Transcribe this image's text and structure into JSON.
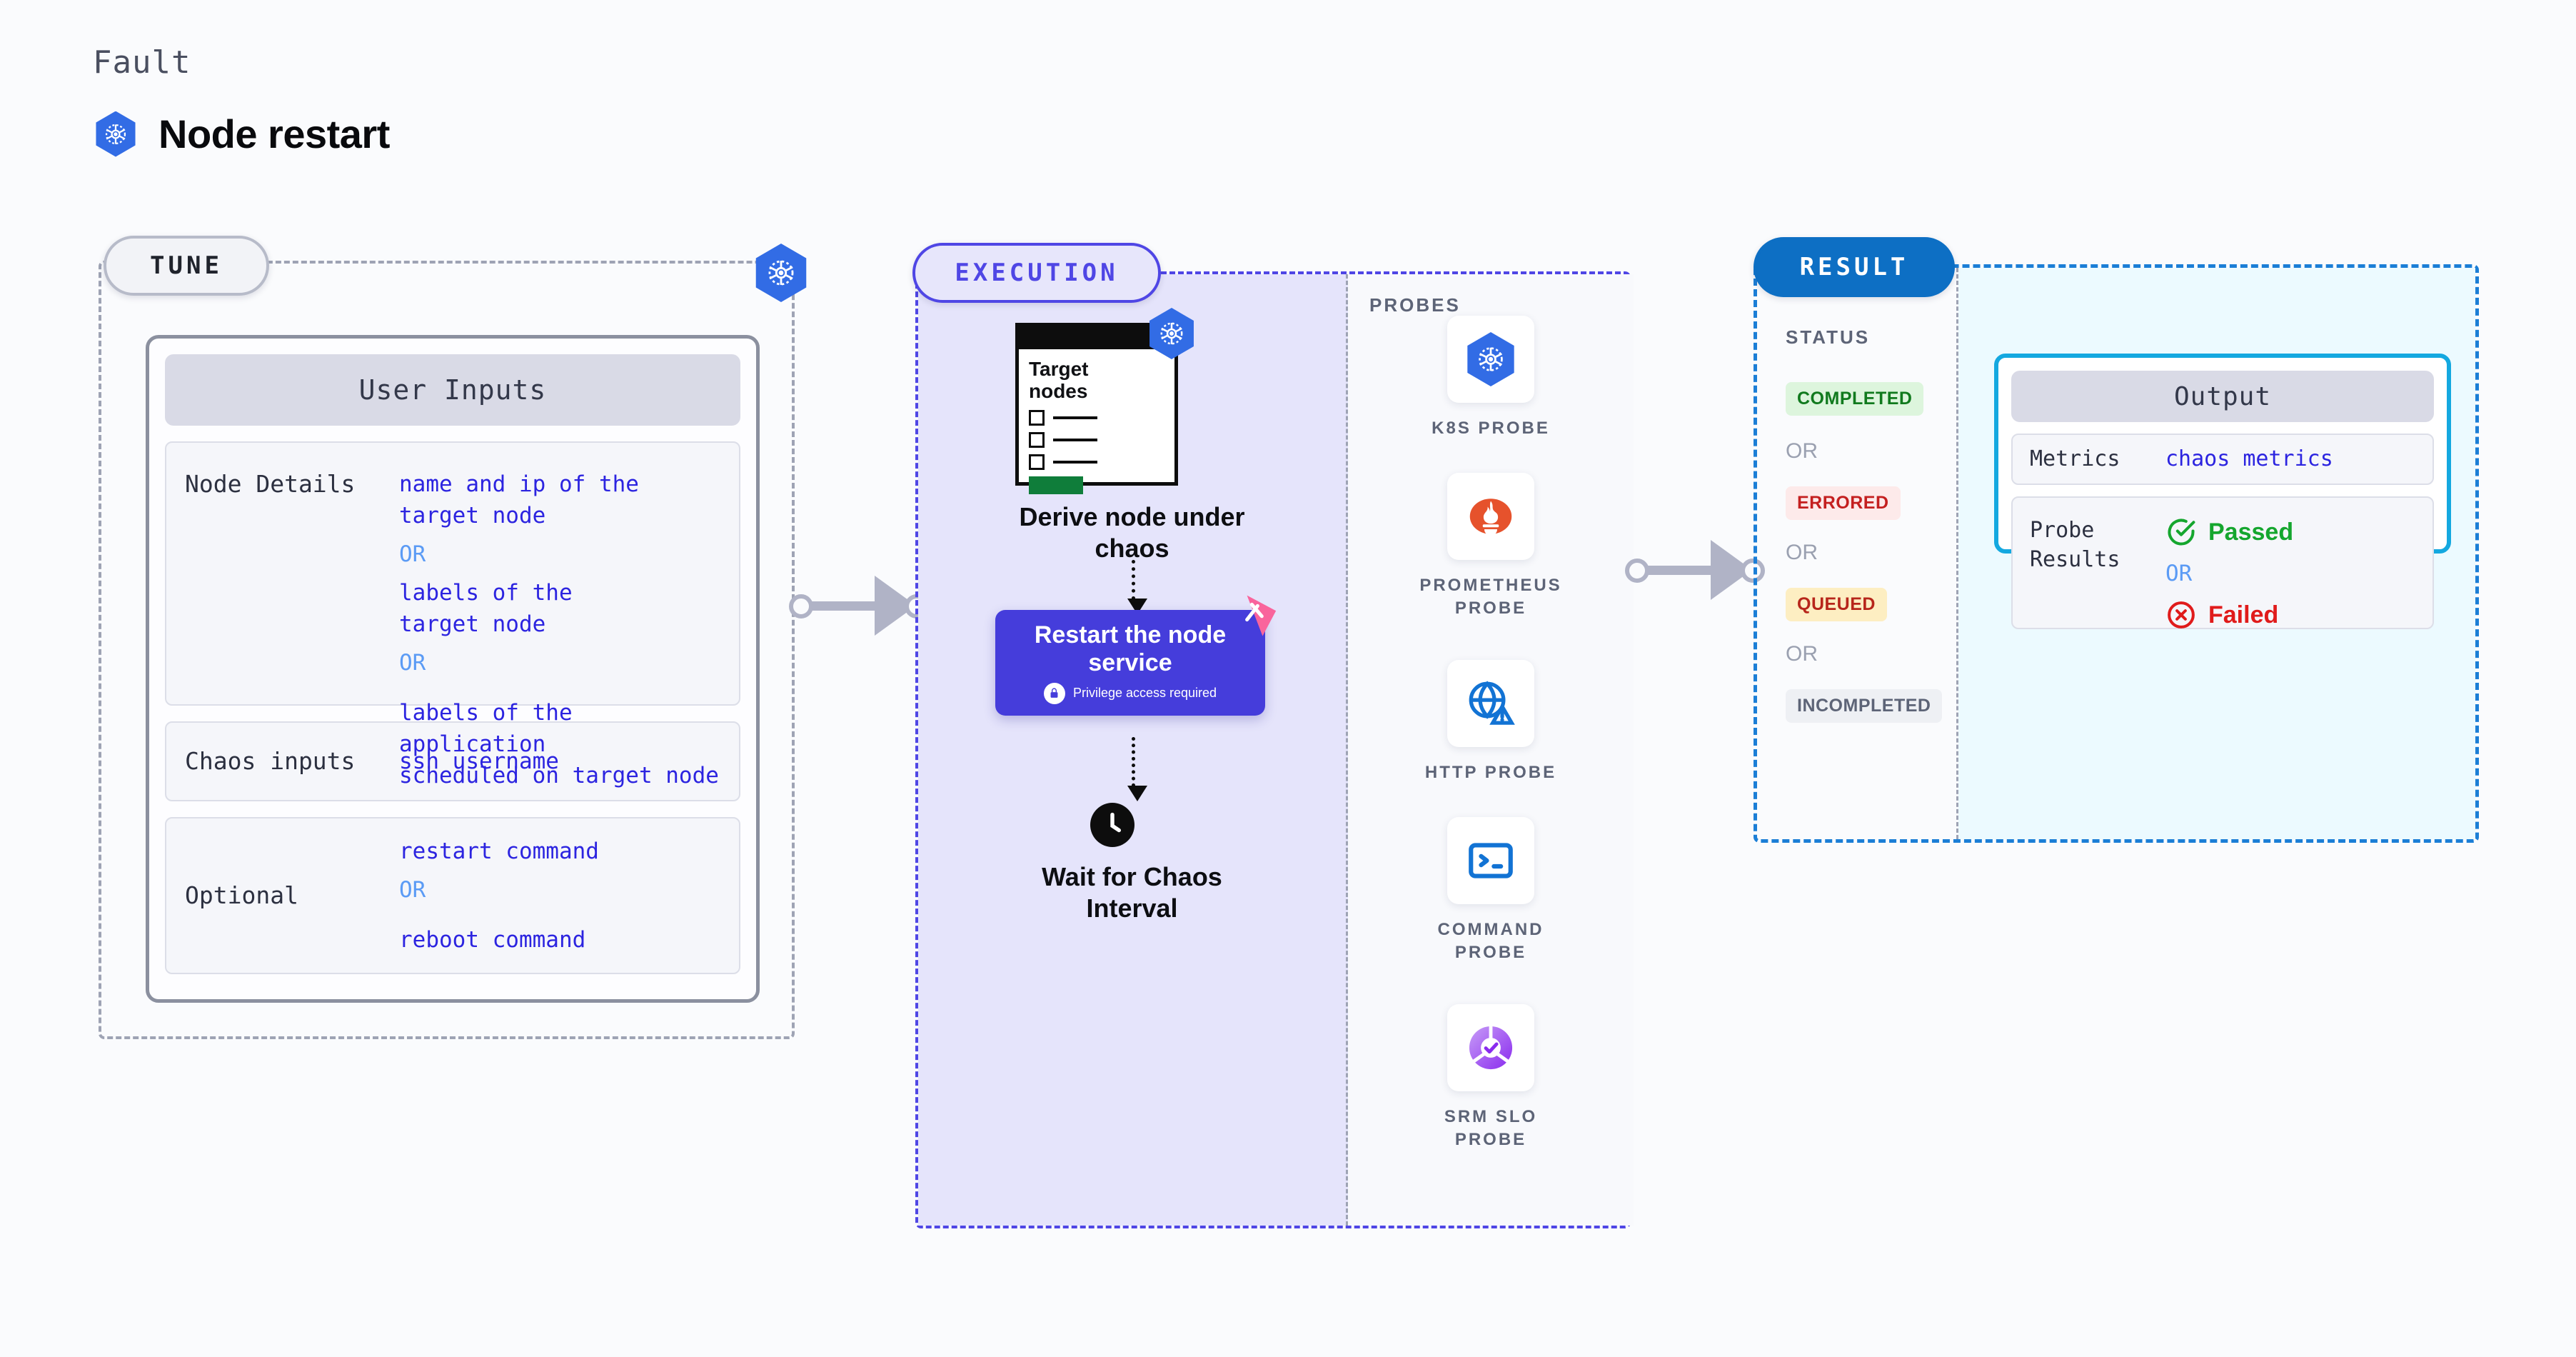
{
  "header": {
    "kicker": "Fault",
    "title": "Node restart",
    "icon": "kubernetes-icon"
  },
  "tune": {
    "tag": "TUNE",
    "icon": "kubernetes-icon",
    "card_title": "User Inputs",
    "rows": [
      {
        "key": "Node Details",
        "values": [
          {
            "type": "value",
            "text": "name and ip of the\ntarget node"
          },
          {
            "type": "or",
            "text": "OR"
          },
          {
            "type": "value",
            "text": "labels of the\ntarget node"
          },
          {
            "type": "or",
            "text": "OR"
          },
          {
            "type": "value",
            "text": "labels of the application\n scheduled on target node"
          }
        ]
      },
      {
        "key": "Chaos inputs",
        "values": [
          {
            "type": "value",
            "text": "ssh username"
          }
        ]
      },
      {
        "key": "Optional",
        "values": [
          {
            "type": "value",
            "text": "restart command"
          },
          {
            "type": "or",
            "text": "OR"
          },
          {
            "type": "value",
            "text": "reboot command"
          }
        ]
      }
    ]
  },
  "execution": {
    "tag": "EXECUTION",
    "doc": {
      "title": "Target\nnodes",
      "icon": "kubernetes-icon"
    },
    "steps": [
      {
        "caption": "Derive node under\nchaos"
      },
      {
        "caption": "Restart the node\nservice",
        "sub": "Privilege access required",
        "sub_icon": "lock-icon",
        "badge_icon": "pink-flag-icon"
      },
      {
        "caption": "Wait for Chaos\nInterval",
        "icon": "clock-icon"
      }
    ],
    "probes_label": "PROBES",
    "probes": [
      {
        "label": "K8S PROBE",
        "icon": "kubernetes-icon"
      },
      {
        "label": "PROMETHEUS\nPROBE",
        "icon": "prometheus-icon"
      },
      {
        "label": "HTTP PROBE",
        "icon": "globe-warning-icon"
      },
      {
        "label": "COMMAND\nPROBE",
        "icon": "terminal-icon"
      },
      {
        "label": "SRM SLO\nPROBE",
        "icon": "srm-slo-icon"
      }
    ]
  },
  "result": {
    "tag": "RESULT",
    "status_label": "STATUS",
    "statuses": [
      {
        "label": "COMPLETED",
        "bg": "#ddf5dd",
        "fg": "#117a1e"
      },
      {
        "or": "OR"
      },
      {
        "label": "ERRORED",
        "bg": "#fdeaea",
        "fg": "#c42020"
      },
      {
        "or": "OR"
      },
      {
        "label": "QUEUED",
        "bg": "#fdeec2",
        "fg": "#b7261b"
      },
      {
        "or": "OR"
      },
      {
        "label": "INCOMPLETED",
        "bg": "#eef0f4",
        "fg": "#5d6477"
      }
    ],
    "output": {
      "card_title": "Output",
      "rows": [
        {
          "key": "Metrics",
          "value": "chaos metrics"
        },
        {
          "key": "Probe\nResults",
          "passed": "Passed",
          "or": "OR",
          "failed": "Failed"
        }
      ]
    }
  },
  "colors": {
    "k8s_blue": "#326ce5",
    "indigo": "#4f46e5",
    "result_blue": "#0d6fc4",
    "cyan": "#14a8e0",
    "pass_green": "#15a62e",
    "fail_red": "#e01b1b"
  }
}
